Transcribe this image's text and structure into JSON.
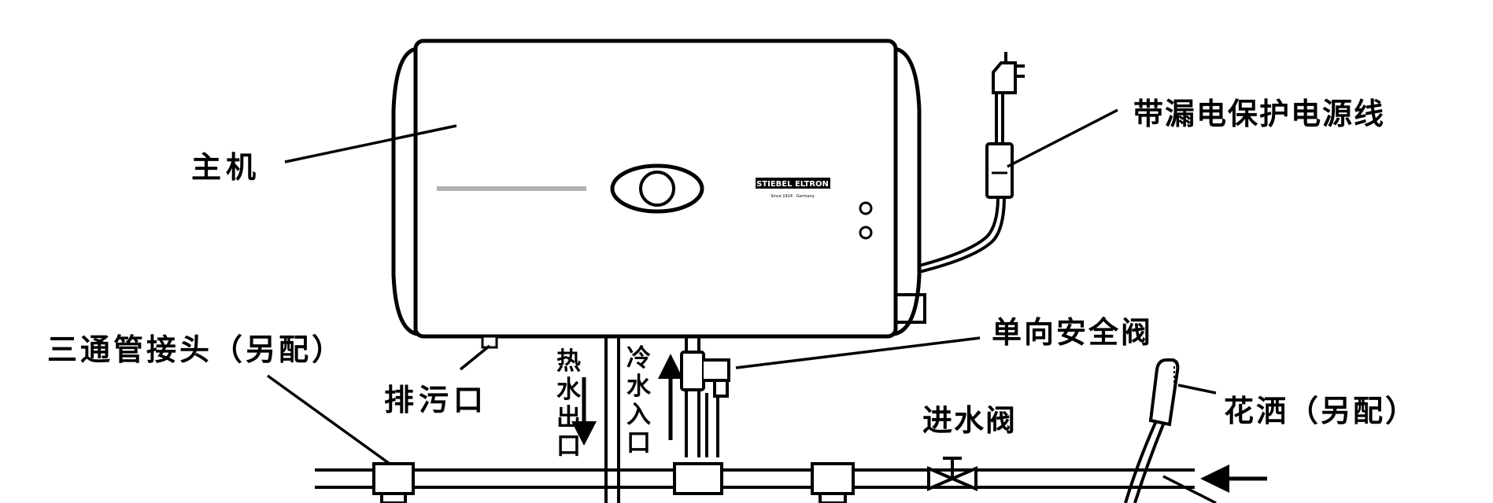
{
  "labels": {
    "main_unit": "主机",
    "power_cord": "带漏电保护电源线",
    "tee_joint": "三通管接头（另配）",
    "drain": "排污口",
    "check_valve": "单向安全阀",
    "inlet_valve": "进水阀",
    "shower": "花洒（另配）",
    "hot_outlet": [
      "热",
      "水",
      "出",
      "口"
    ],
    "cold_inlet": [
      "冷",
      "水",
      "入",
      "口"
    ]
  },
  "brand": {
    "name": "STIEBEL ELTRON",
    "tagline": "Since 1924 · Germany"
  }
}
